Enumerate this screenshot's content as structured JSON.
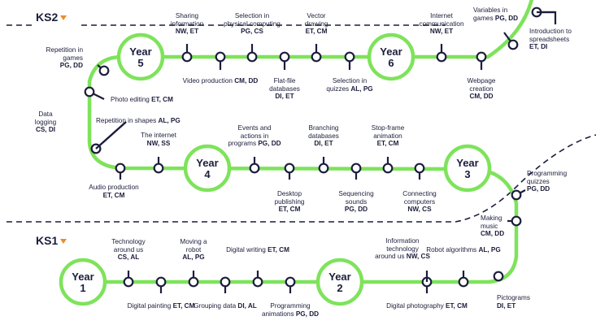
{
  "stages": [
    {
      "label": "KS2",
      "arrow_color": "#f08a24"
    },
    {
      "label": "KS1",
      "arrow_color": "#f08a24"
    }
  ],
  "colors": {
    "path": "#7ee35b",
    "ink": "#1c1d3c",
    "accent": "#f08a24",
    "background": "#ffffff"
  },
  "years": [
    {
      "year_word": "Year",
      "num": "5"
    },
    {
      "year_word": "Year",
      "num": "6"
    },
    {
      "year_word": "Year",
      "num": "4"
    },
    {
      "year_word": "Year",
      "num": "3"
    },
    {
      "year_word": "Year",
      "num": "1"
    },
    {
      "year_word": "Year",
      "num": "2"
    }
  ],
  "units": [
    {
      "lines": [
        "Sharing",
        "information"
      ],
      "codes": "NW, ET"
    },
    {
      "lines": [
        "Video production"
      ],
      "codes": "CM, DD"
    },
    {
      "lines": [
        "Selection in",
        "physical computing"
      ],
      "codes": "PG, CS"
    },
    {
      "lines": [
        "Flat-file",
        "databases"
      ],
      "codes": "DI, ET"
    },
    {
      "lines": [
        "Vector",
        "drawing"
      ],
      "codes": "ET, CM"
    },
    {
      "lines": [
        "Selection in"
      ],
      "tail": "quizzes",
      "codes": "AL, PG"
    },
    {
      "lines": [
        "Internet",
        "communication"
      ],
      "codes": "NW, ET"
    },
    {
      "lines": [
        "Webpage",
        "creation"
      ],
      "codes": "CM, DD"
    },
    {
      "lines": [
        "Variables in"
      ],
      "tail": "games",
      "codes": "PG, DD"
    },
    {
      "lines": [
        "Introduction to",
        "spreadsheets"
      ],
      "codes": "ET, DI"
    },
    {
      "lines": [
        "Repetition in",
        "games"
      ],
      "codes": "PG, DD"
    },
    {
      "lines": [
        "Photo editing"
      ],
      "codes": "ET, CM"
    },
    {
      "lines": [
        "Data",
        "logging"
      ],
      "codes": "CS, DI"
    },
    {
      "lines": [
        "Repetition in shapes"
      ],
      "codes": "AL, PG"
    },
    {
      "lines": [
        "The internet"
      ],
      "codes": "NW, SS"
    },
    {
      "lines": [
        "Audio production"
      ],
      "codes": "ET, CM"
    },
    {
      "lines": [
        "Events and",
        "actions in"
      ],
      "tail": "programs",
      "codes": "PG, DD"
    },
    {
      "lines": [
        "Desktop",
        "publishing"
      ],
      "codes": "ET, CM"
    },
    {
      "lines": [
        "Branching",
        "databases"
      ],
      "codes": "DI, ET"
    },
    {
      "lines": [
        "Sequencing",
        "sounds"
      ],
      "codes": "PG, DD"
    },
    {
      "lines": [
        "Stop-frame",
        "animation"
      ],
      "codes": "ET, CM"
    },
    {
      "lines": [
        "Connecting",
        "computers"
      ],
      "codes": "NW, CS"
    },
    {
      "lines": [
        "Programming",
        "quizzes"
      ],
      "codes": "PG, DD"
    },
    {
      "lines": [
        "Making",
        "music"
      ],
      "codes": "CM, DD"
    },
    {
      "lines": [
        "Technology",
        "around us"
      ],
      "codes": "CS, AL"
    },
    {
      "lines": [
        "Digital painting"
      ],
      "codes": "ET, CM"
    },
    {
      "lines": [
        "Moving a",
        "robot"
      ],
      "codes": "AL, PG"
    },
    {
      "lines": [
        "Grouping data"
      ],
      "codes": "DI, AL"
    },
    {
      "lines": [
        "Digital writing"
      ],
      "codes": "ET, CM"
    },
    {
      "lines": [
        "Programming",
        "animations"
      ],
      "codes": "PG, DD"
    },
    {
      "lines": [
        "Information",
        "technology",
        "around us"
      ],
      "codes": "NW, CS"
    },
    {
      "lines": [
        "Digital photography"
      ],
      "codes": "ET, CM"
    },
    {
      "lines": [
        "Robot algorithms"
      ],
      "codes": "AL, PG"
    },
    {
      "lines": [
        "Pictograms"
      ],
      "codes": "DI, ET"
    }
  ]
}
